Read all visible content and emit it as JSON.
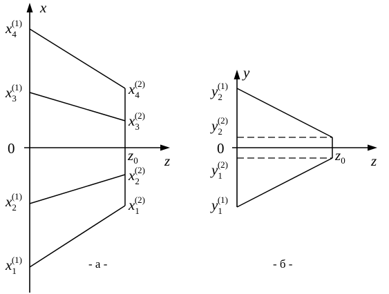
{
  "panel_a": {
    "axis_x": "x",
    "axis_z": "z",
    "zero": "0",
    "z0_base": "z",
    "z0_sub": "0",
    "caption": "- а -",
    "left_labels": [
      {
        "base": "x",
        "sub": "4",
        "sup": "(1)"
      },
      {
        "base": "x",
        "sub": "3",
        "sup": "(1)"
      },
      {
        "base": "x",
        "sub": "2",
        "sup": "(1)"
      },
      {
        "base": "x",
        "sub": "1",
        "sup": "(1)"
      }
    ],
    "right_labels": [
      {
        "base": "x",
        "sub": "4",
        "sup": "(2)"
      },
      {
        "base": "x",
        "sub": "3",
        "sup": "(2)"
      },
      {
        "base": "x",
        "sub": "2",
        "sup": "(2)"
      },
      {
        "base": "x",
        "sub": "1",
        "sup": "(2)"
      }
    ]
  },
  "panel_b": {
    "axis_y": "y",
    "axis_z": "z",
    "zero": "0",
    "z0_base": "z",
    "z0_sub": "0",
    "caption": "- б -",
    "left_labels": [
      {
        "base": "y",
        "sub": "2",
        "sup": "(1)"
      },
      {
        "base": "y",
        "sub": "2",
        "sup": "(2)"
      },
      {
        "base": "y",
        "sub": "1",
        "sup": "(2)"
      },
      {
        "base": "y",
        "sub": "1",
        "sup": "(1)"
      }
    ]
  }
}
